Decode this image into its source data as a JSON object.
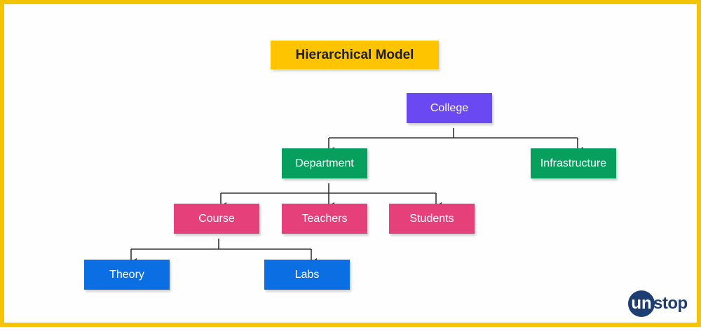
{
  "title": "Hierarchical Model",
  "colors": {
    "frame": "#f5c400",
    "title_bg": "#ffc400",
    "level1": "#6a48f2",
    "level2": "#079f5e",
    "level3": "#e6407b",
    "level4": "#0b6fe3",
    "connector": "#333333",
    "logo": "#1d3e73"
  },
  "nodes": {
    "college": "College",
    "department": "Department",
    "infrastructure": "Infrastructure",
    "course": "Course",
    "teachers": "Teachers",
    "students": "Students",
    "theory": "Theory",
    "labs": "Labs"
  },
  "logo": {
    "initial": "un",
    "rest": "stop"
  }
}
